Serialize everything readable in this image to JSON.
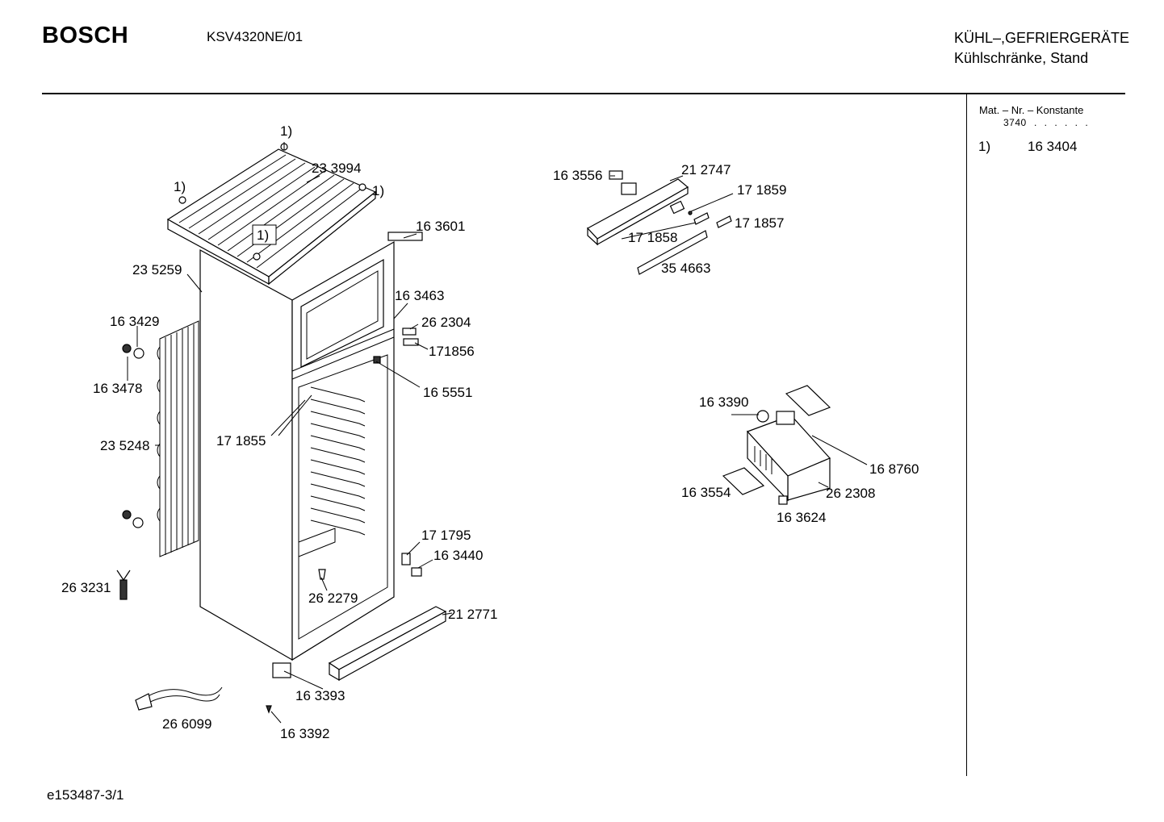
{
  "header": {
    "brand": "BOSCH",
    "model": "KSV4320NE/01",
    "category_line1": "KÜHL–,GEFRIERGERÄTE",
    "category_line2": "Kühlschränke, Stand"
  },
  "sidebar": {
    "heading": "Mat. – Nr. – Konstante",
    "constant": "3740",
    "dots": ". . . . . .",
    "note_marker": "1)",
    "note_part": "16 3404"
  },
  "footer": {
    "drawing_id": "e153487-3/1"
  },
  "callouts": [
    "1)",
    "1)",
    "1)",
    "1)",
    "23 3994",
    "16 3601",
    "23 5259",
    "16 3463",
    "16 3429",
    "26 2304",
    "171856",
    "16 3478",
    "16 5551",
    "17 1855",
    "23 5248",
    "17 1795",
    "16 3440",
    "26 3231",
    "26 2279",
    "21 2771",
    "16 3393",
    "26 6099",
    "16 3392",
    "16 3556",
    "21 2747",
    "17 1859",
    "17 1857",
    "17 1858",
    "35 4663",
    "16 3390",
    "16 8760",
    "16 3554",
    "26 2308",
    "16 3624"
  ]
}
